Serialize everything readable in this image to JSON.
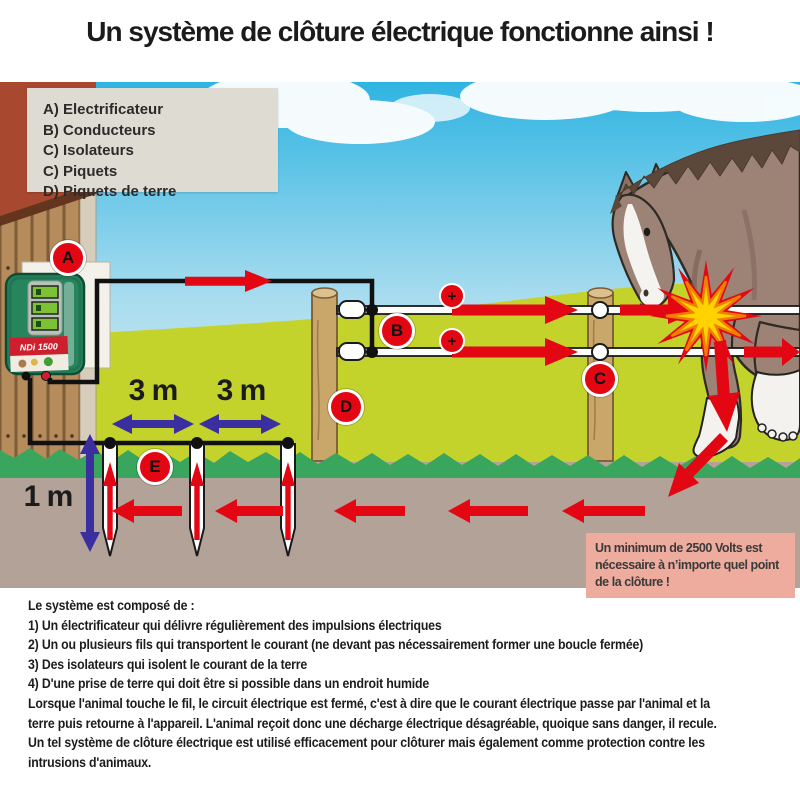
{
  "title": "Un système de clôture électrique fonctionne ainsi !",
  "legend": {
    "items": [
      "A) Electrificateur",
      "B) Conducteurs",
      "C) Isolateurs",
      "C) Piquets",
      "D) Piquets de terre"
    ]
  },
  "labels": {
    "a": "A",
    "b": "B",
    "c": "C",
    "d": "D",
    "e": "E",
    "plus": "+"
  },
  "measurements": {
    "post_spacing_left": "3 m",
    "post_spacing_right": "3 m",
    "stake_depth": "1 m"
  },
  "energizer": {
    "model": "NDi 1500"
  },
  "note": "Un minimum de 2500 Volts est nécessaire à n’importe quel point de la clôture !",
  "description": {
    "intro": "Le système est composé de :",
    "items": [
      "1) Un électrificateur qui délivre régulièrement des impulsions électriques",
      "2) Un ou plusieurs fils qui transportent le courant (ne devant pas nécessairement former une boucle fermée)",
      "3) Des isolateurs qui isolent le courant de la terre",
      "4) D'une prise de terre qui doit être si possible dans un endroit humide"
    ],
    "paragraph_lines": [
      "Lorsque l'animal touche le fil, le circuit électrique est fermé, c'est à dire que le courant électrique passe par l'animal et la",
      "terre puis retourne à l'appareil. L'animal reçoit donc une décharge électrique désagréable, quoique sans danger, il recule.",
      "Un tel système de clôture électrique est utilisé efficacement pour clôturer mais également comme protection contre les",
      "intrusions d'animaux."
    ]
  },
  "colors": {
    "accent_red": "#e30613",
    "dimension_blue": "#3b2e9e",
    "field_green": "#c4d32c",
    "grass_green": "#3aa55c",
    "ground_brown": "#b2a298",
    "barn_red": "#a8492f",
    "sky_blue": "#2fb4e2",
    "note_bg": "#eeac9f",
    "legend_bg": "#dedbd2",
    "spark_yellow": "#ffd200"
  }
}
